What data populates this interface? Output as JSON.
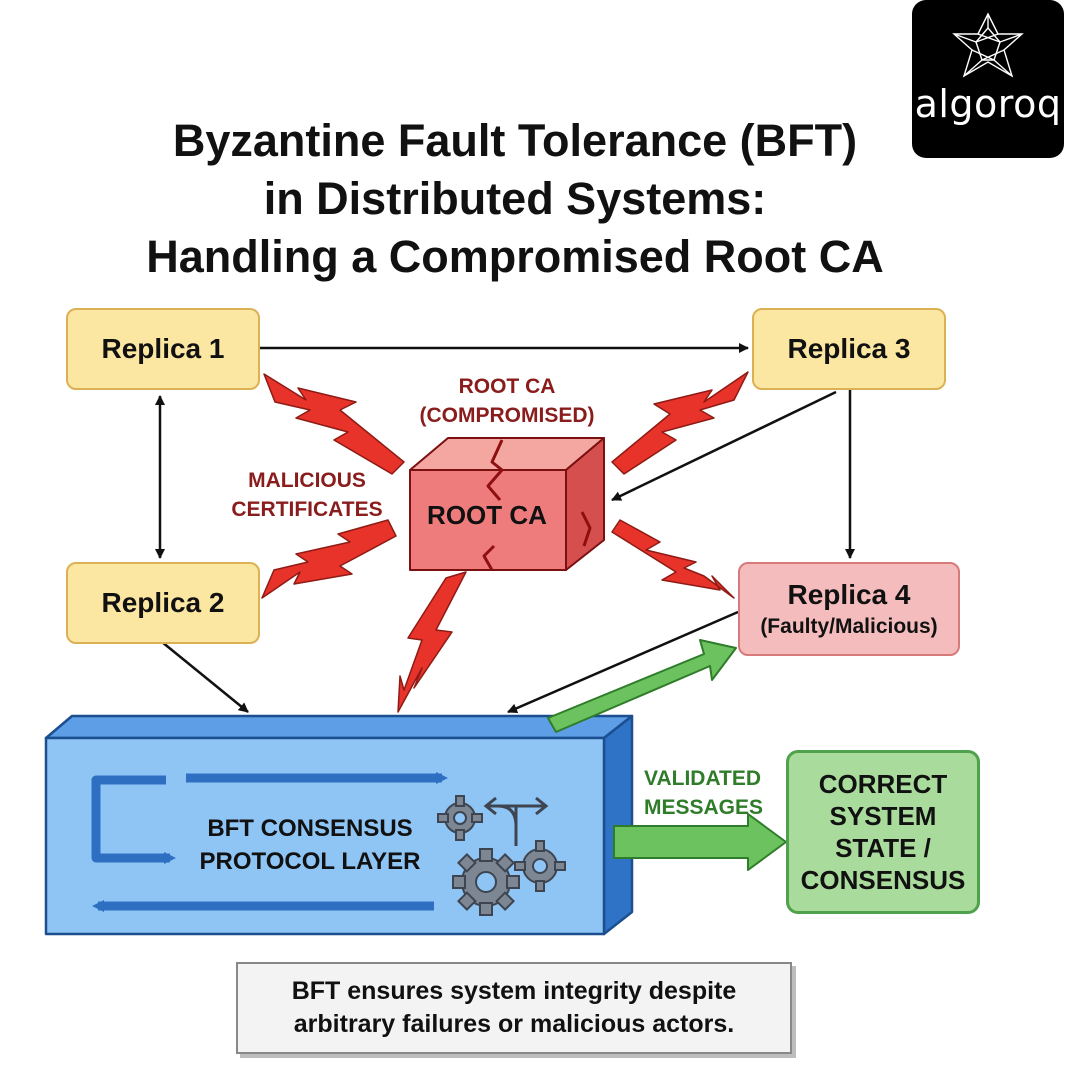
{
  "logo": {
    "wordmark": "algoroq",
    "icon": "polyhedron-star-icon"
  },
  "title": {
    "line1": "Byzantine Fault Tolerance (BFT)",
    "line2": "in Distributed Systems:",
    "line3": "Handling a Compromised Root CA"
  },
  "replicas": {
    "r1": "Replica 1",
    "r2": "Replica 2",
    "r3": "Replica 3",
    "r4": "Replica 4",
    "r4_sub": "(Faulty/Malicious)"
  },
  "root_ca": {
    "label_line1": "ROOT CA",
    "label_line2": "(COMPROMISED)",
    "box_text": "ROOT CA"
  },
  "malicious": {
    "line1": "MALICIOUS",
    "line2": "CERTIFICATES"
  },
  "consensus_layer": {
    "line1": "BFT CONSENSUS",
    "line2": "PROTOCOL LAYER"
  },
  "validated": {
    "line1": "VALIDATED",
    "line2": "MESSAGES"
  },
  "correct_state": {
    "line1": "CORRECT",
    "line2": "SYSTEM",
    "line3": "STATE /",
    "line4": "CONSENSUS"
  },
  "footer": {
    "line1": "BFT ensures system integrity despite",
    "line2": "arbitrary failures or malicious actors."
  },
  "colors": {
    "replica_fill": "#fbe6a2",
    "faulty_fill": "#f4bcbc",
    "root_ca_fill": "#ef7c7c",
    "lightning": "#e8332a",
    "layer_fill": "#8ec5f5",
    "correct_fill": "#a9dc9c",
    "green_arrow": "#6cc25e"
  }
}
